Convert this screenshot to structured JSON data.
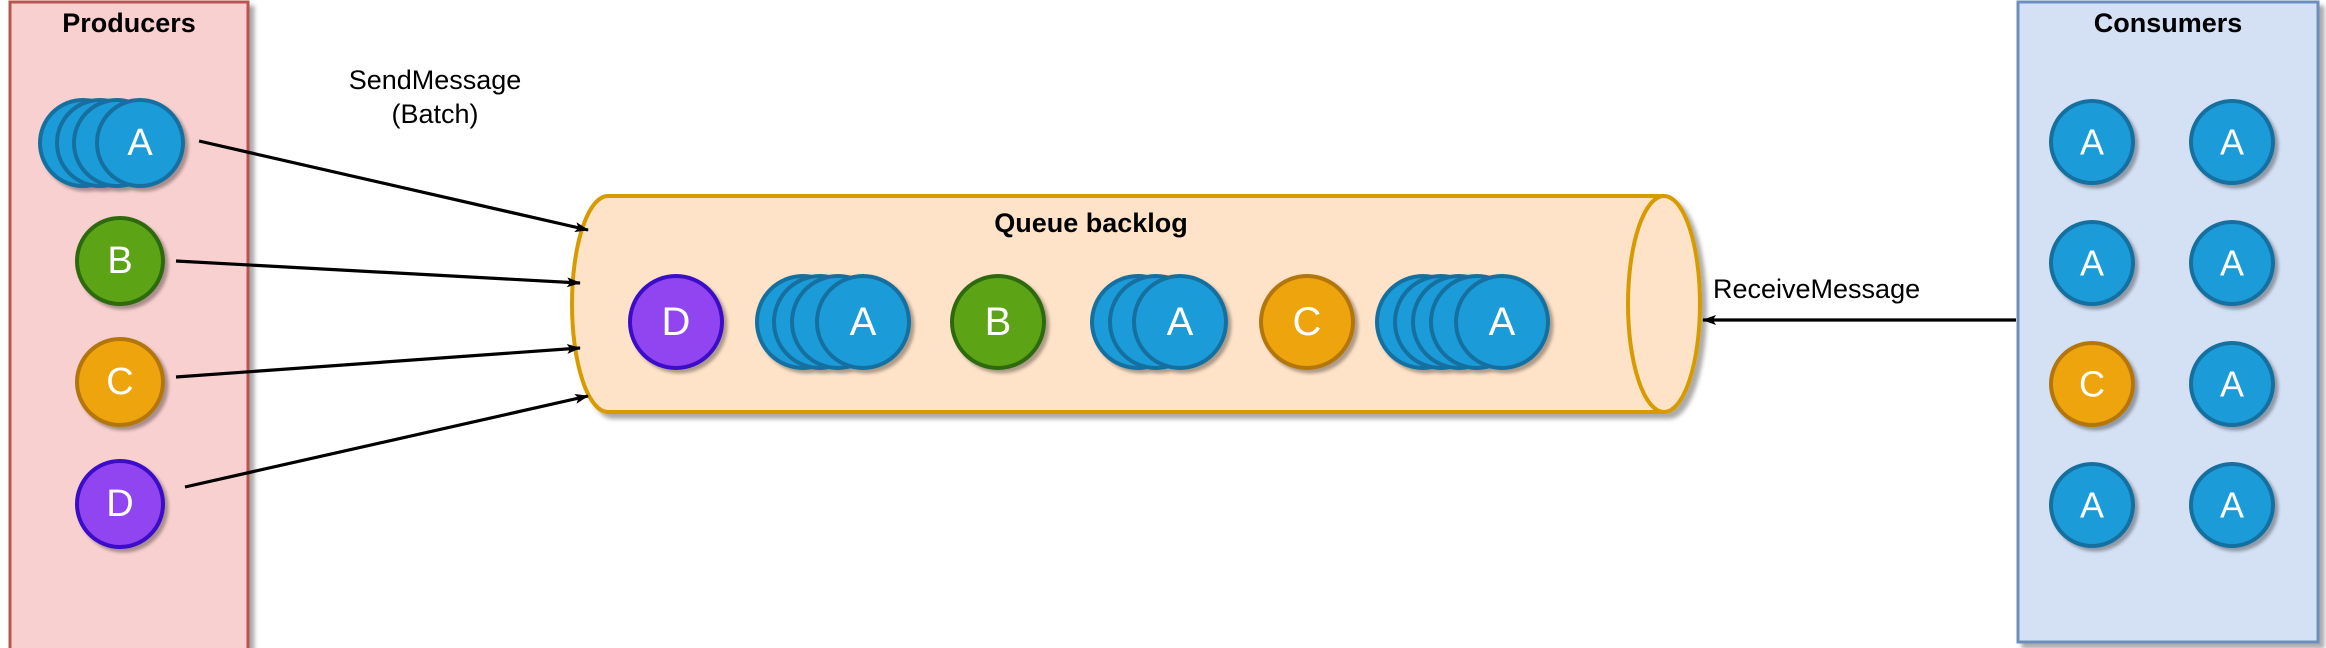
{
  "diagram": {
    "title_producers": "Producers",
    "title_consumers": "Consumers",
    "title_queue": "Queue backlog",
    "label_send": "SendMessage",
    "label_send_sub": "(Batch)",
    "label_receive": "ReceiveMessage"
  },
  "colors": {
    "blue_fill": "#1f9bd9",
    "blue_stroke": "#16709f",
    "green_fill": "#5ba419",
    "green_stroke": "#2d6b0d",
    "orange_fill": "#eda40d",
    "orange_stroke": "#b3760a",
    "purple_fill": "#9145f0",
    "purple_stroke": "#3b10c8",
    "producers_bg": "#f8d0cf",
    "producers_border": "#b85450",
    "consumers_bg": "#d4e1f5",
    "consumers_border": "#6c8ebf",
    "queue_fill": "#ffe3c8",
    "queue_stroke": "#d79b00",
    "arrow": "#000000",
    "label_text": "#ffffff"
  },
  "producers": {
    "items": [
      {
        "label": "A",
        "color": "blue",
        "stack": 4
      },
      {
        "label": "B",
        "color": "green",
        "stack": 1
      },
      {
        "label": "C",
        "color": "orange",
        "stack": 1
      },
      {
        "label": "D",
        "color": "purple",
        "stack": 1
      }
    ]
  },
  "queue": {
    "messages": [
      {
        "label": "D",
        "color": "purple",
        "stack": 1
      },
      {
        "label": "A",
        "color": "blue",
        "stack": 4
      },
      {
        "label": "B",
        "color": "green",
        "stack": 1
      },
      {
        "label": "A",
        "color": "blue",
        "stack": 3
      },
      {
        "label": "C",
        "color": "orange",
        "stack": 1
      },
      {
        "label": "A",
        "color": "blue",
        "stack": 5
      }
    ]
  },
  "consumers": {
    "items": [
      {
        "label": "A",
        "color": "blue"
      },
      {
        "label": "A",
        "color": "blue"
      },
      {
        "label": "A",
        "color": "blue"
      },
      {
        "label": "A",
        "color": "blue"
      },
      {
        "label": "C",
        "color": "orange"
      },
      {
        "label": "A",
        "color": "blue"
      },
      {
        "label": "A",
        "color": "blue"
      },
      {
        "label": "A",
        "color": "blue"
      }
    ]
  }
}
